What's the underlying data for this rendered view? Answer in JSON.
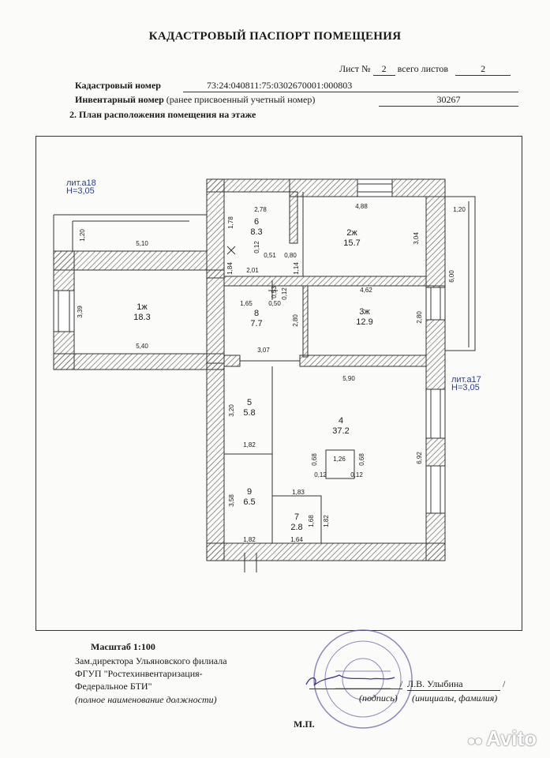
{
  "header": {
    "title": "КАДАСТРОВЫЙ ПАСПОРТ ПОМЕЩЕНИЯ",
    "sheet_label": "Лист №",
    "sheet_number": "2",
    "total_label": "всего листов",
    "total_sheets": "2",
    "cadastral_label": "Кадастровый номер",
    "cadastral_number": "73:24:040811:75:0302670001:000803",
    "inventory_label": "Инвентарный номер",
    "inventory_note": "(ранее присвоенный учетный номер)",
    "inventory_number": "30267",
    "section_title": "2. План расположения помещения на этаже"
  },
  "plan": {
    "lit_a18": "лит.а18",
    "h_a18": "Н=3,05",
    "lit_a17": "лит.а17",
    "h_a17": "Н=3,05",
    "rooms": [
      {
        "num": "1ж",
        "area": "18.3"
      },
      {
        "num": "2ж",
        "area": "15.7"
      },
      {
        "num": "3ж",
        "area": "12.9"
      },
      {
        "num": "4",
        "area": "37.2"
      },
      {
        "num": "5",
        "area": "5.8"
      },
      {
        "num": "6",
        "area": "8.3"
      },
      {
        "num": "7",
        "area": "2.8"
      },
      {
        "num": "8",
        "area": "7.7"
      },
      {
        "num": "9",
        "area": "6.5"
      }
    ],
    "dims": {
      "d_120a": "1,20",
      "d_510": "5,10",
      "d_339": "3,39",
      "d_540": "5,40",
      "d_278": "2,78",
      "d_178": "1,78",
      "d_184": "1,84",
      "d_201": "2,01",
      "d_012a": "0,12",
      "d_051": "0,51",
      "d_080": "0,80",
      "d_114": "1,14",
      "d_053": "0,53",
      "d_165": "1,65",
      "d_050": "0,50",
      "d_012b": "0,12",
      "d_280a": "2,80",
      "d_307": "3,07",
      "d_488": "4,88",
      "d_304": "3,04",
      "d_120b": "1,20",
      "d_600": "6,00",
      "d_462": "4,62",
      "d_280b": "2,80",
      "d_590": "5,90",
      "d_320": "3,20",
      "d_182a": "1,82",
      "d_068a": "0,68",
      "d_126": "1,26",
      "d_068b": "0,68",
      "d_012c": "0,12",
      "d_012d": "0,12",
      "d_692": "6,92",
      "d_358": "3,58",
      "d_183": "1,83",
      "d_168": "1,68",
      "d_182b": "1,82",
      "d_182c": "1,82",
      "d_164": "1,64"
    }
  },
  "footer": {
    "scale": "Масштаб 1:100",
    "position_line1": "Зам.директора Ульяновского филиала",
    "position_line2": "ФГУП \"Ростехинвентаризация-",
    "position_line3": "Федеральное БТИ\"",
    "position_note": "(полное наименование должности)",
    "name": "Л.В. Улыбина",
    "signature_note": "(подпись)",
    "initials_note": "(инициалы, фамилия)",
    "stamp_place": "М.П."
  },
  "watermark": "Avito"
}
